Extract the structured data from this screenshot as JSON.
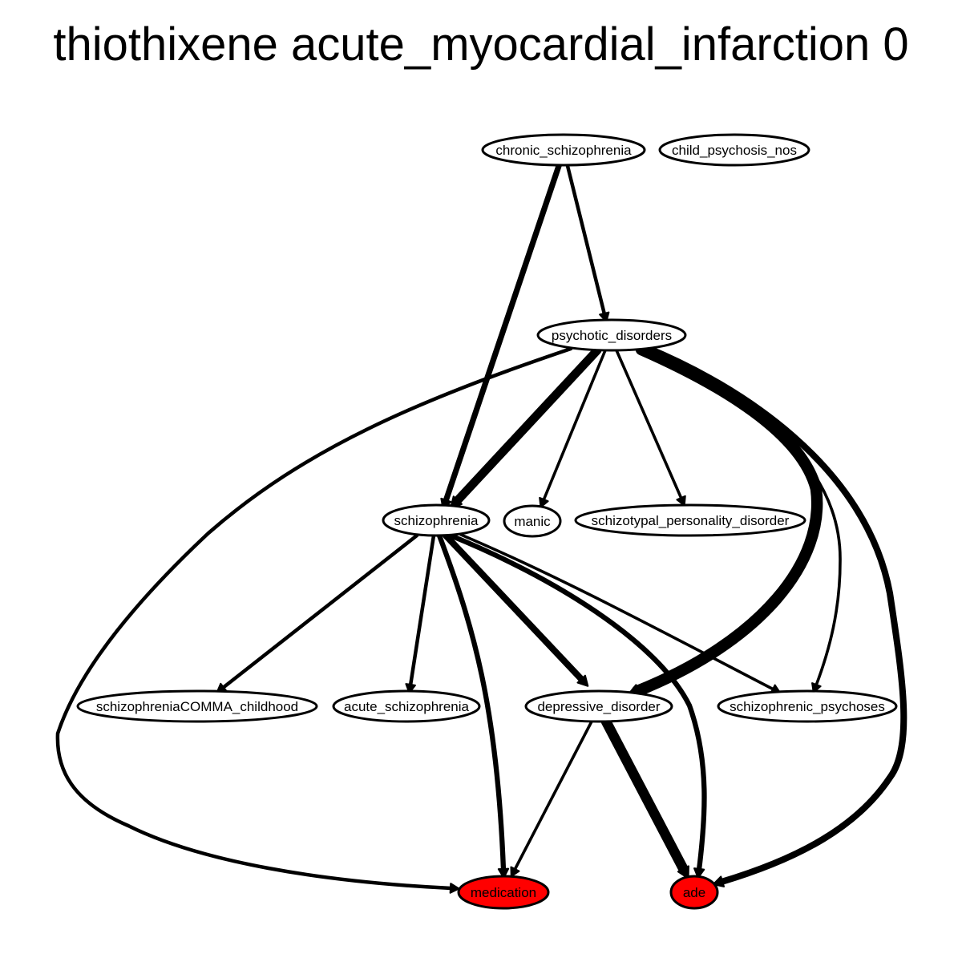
{
  "title": "thiothixene acute_myocardial_infarction 0",
  "colors": {
    "highlight": "#ff0000",
    "default_fill": "#ffffff",
    "stroke": "#000000"
  },
  "nodes": [
    {
      "id": "chronic_schizophrenia",
      "label": "chronic_schizophrenia",
      "highlight": false
    },
    {
      "id": "child_psychosis_nos",
      "label": "child_psychosis_nos",
      "highlight": false
    },
    {
      "id": "psychotic_disorders",
      "label": "psychotic_disorders",
      "highlight": false
    },
    {
      "id": "schizophrenia",
      "label": "schizophrenia",
      "highlight": false
    },
    {
      "id": "manic",
      "label": "manic",
      "highlight": false
    },
    {
      "id": "schizotypal_personality_disorder",
      "label": "schizotypal_personality_disorder",
      "highlight": false
    },
    {
      "id": "schizophreniaCOMMA_childhood",
      "label": "schizophreniaCOMMA_childhood",
      "highlight": false
    },
    {
      "id": "acute_schizophrenia",
      "label": "acute_schizophrenia",
      "highlight": false
    },
    {
      "id": "depressive_disorder",
      "label": "depressive_disorder",
      "highlight": false
    },
    {
      "id": "schizophrenic_psychoses",
      "label": "schizophrenic_psychoses",
      "highlight": false
    },
    {
      "id": "medication",
      "label": "medication",
      "highlight": true
    },
    {
      "id": "ade",
      "label": "ade",
      "highlight": true
    }
  ],
  "edges": [
    {
      "from": "chronic_schizophrenia",
      "to": "schizophrenia",
      "weight": 8
    },
    {
      "from": "chronic_schizophrenia",
      "to": "psychotic_disorders",
      "weight": 5
    },
    {
      "from": "psychotic_disorders",
      "to": "schizophrenia",
      "weight": 12
    },
    {
      "from": "psychotic_disorders",
      "to": "manic",
      "weight": 4
    },
    {
      "from": "psychotic_disorders",
      "to": "schizotypal_personality_disorder",
      "weight": 4
    },
    {
      "from": "psychotic_disorders",
      "to": "depressive_disorder",
      "weight": 16
    },
    {
      "from": "psychotic_disorders",
      "to": "schizophrenic_psychoses",
      "weight": 4
    },
    {
      "from": "psychotic_disorders",
      "to": "ade",
      "weight": 9
    },
    {
      "from": "psychotic_disorders",
      "to": "medication",
      "weight": 5
    },
    {
      "from": "schizophrenia",
      "to": "schizophreniaCOMMA_childhood",
      "weight": 5
    },
    {
      "from": "schizophrenia",
      "to": "acute_schizophrenia",
      "weight": 5
    },
    {
      "from": "schizophrenia",
      "to": "depressive_disorder",
      "weight": 9
    },
    {
      "from": "schizophrenia",
      "to": "schizophrenic_psychoses",
      "weight": 4
    },
    {
      "from": "schizophrenia",
      "to": "medication",
      "weight": 7
    },
    {
      "from": "schizophrenia",
      "to": "ade",
      "weight": 7
    },
    {
      "from": "depressive_disorder",
      "to": "medication",
      "weight": 4
    },
    {
      "from": "depressive_disorder",
      "to": "ade",
      "weight": 14
    }
  ]
}
